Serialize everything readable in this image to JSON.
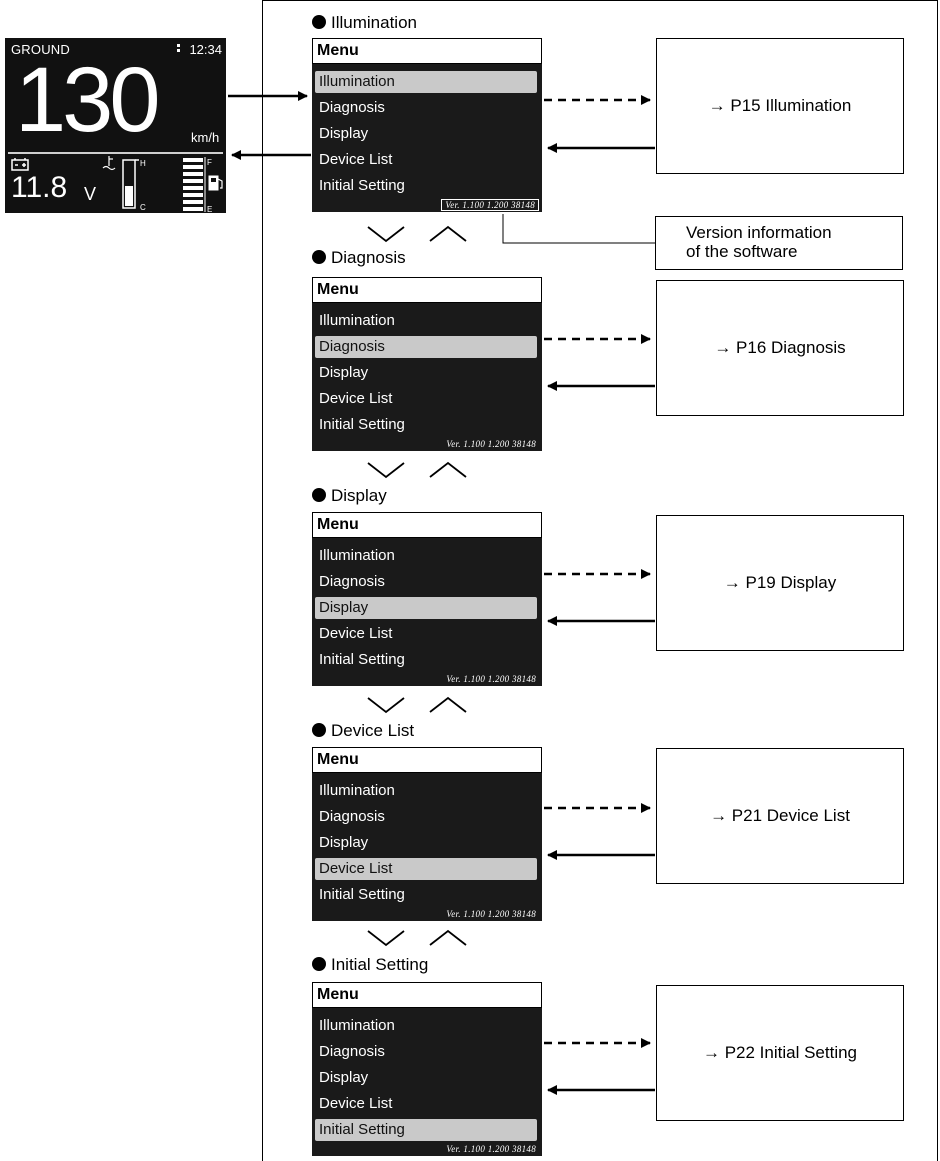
{
  "speedometer": {
    "mode": "GROUND",
    "clock": "12:34",
    "speed": "130",
    "speed_unit": "km/h",
    "voltage": "11.8",
    "voltage_unit": "V",
    "temp_high": "H",
    "temp_low": "C",
    "fuel_full": "F",
    "fuel_empty": "E"
  },
  "sections": [
    {
      "heading": "Illumination",
      "menu_title": "Menu",
      "items": [
        "Illumination",
        "Diagnosis",
        "Display",
        "Device List",
        "Initial Setting"
      ],
      "selected": 0,
      "version": "Ver. 1.100  1.200  38148",
      "target": "→ P15 Illumination"
    },
    {
      "heading": "Diagnosis",
      "menu_title": "Menu",
      "items": [
        "Illumination",
        "Diagnosis",
        "Display",
        "Device List",
        "Initial Setting"
      ],
      "selected": 1,
      "version": "Ver. 1.100  1.200  38148",
      "target": "→ P16 Diagnosis"
    },
    {
      "heading": "Display",
      "menu_title": "Menu",
      "items": [
        "Illumination",
        "Diagnosis",
        "Display",
        "Device List",
        "Initial Setting"
      ],
      "selected": 2,
      "version": "Ver. 1.100  1.200  38148",
      "target": "→ P19 Display"
    },
    {
      "heading": "Device List",
      "menu_title": "Menu",
      "items": [
        "Illumination",
        "Diagnosis",
        "Display",
        "Device List",
        "Initial Setting"
      ],
      "selected": 3,
      "version": "Ver. 1.100  1.200  38148",
      "target": "→ P21 Device List"
    },
    {
      "heading": "Initial Setting",
      "menu_title": "Menu",
      "items": [
        "Illumination",
        "Diagnosis",
        "Display",
        "Device List",
        "Initial Setting"
      ],
      "selected": 4,
      "version": "Ver. 1.100  1.200  38148",
      "target": "→ P22 Initial Setting"
    }
  ],
  "version_callout": {
    "line1": "Version information",
    "line2": "of the software"
  },
  "icons": [
    "battery-icon",
    "temperature-icon",
    "fuel-pump-icon",
    "chevron-down-icon",
    "chevron-up-icon"
  ]
}
